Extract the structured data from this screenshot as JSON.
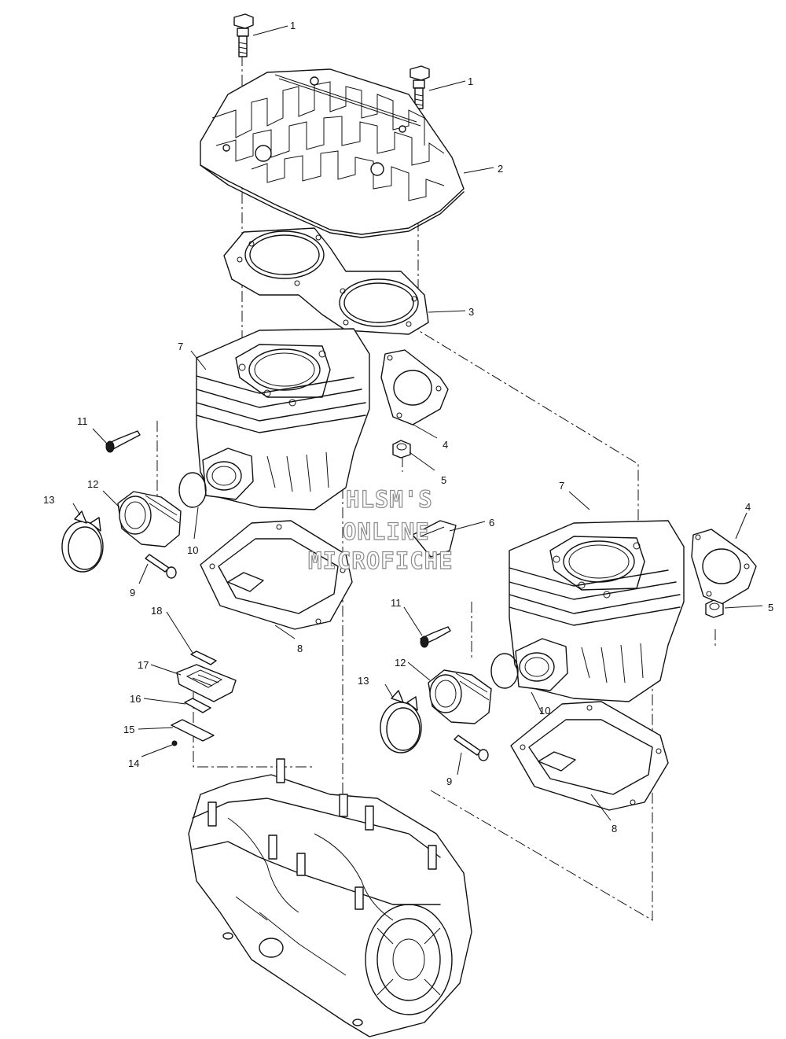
{
  "watermark": {
    "line1": "HLSM'S",
    "line2": "ONLINE",
    "line3": "MICROFICHE"
  },
  "callouts": [
    {
      "id": "c1a",
      "label": "1"
    },
    {
      "id": "c1b",
      "label": "1"
    },
    {
      "id": "c2",
      "label": "2"
    },
    {
      "id": "c3",
      "label": "3"
    },
    {
      "id": "c7a",
      "label": "7"
    },
    {
      "id": "c4a",
      "label": "4"
    },
    {
      "id": "c11a",
      "label": "11"
    },
    {
      "id": "c5a",
      "label": "5"
    },
    {
      "id": "c12a",
      "label": "12"
    },
    {
      "id": "c13a",
      "label": "13"
    },
    {
      "id": "c10a",
      "label": "10"
    },
    {
      "id": "c6",
      "label": "6"
    },
    {
      "id": "c9a",
      "label": "9"
    },
    {
      "id": "c8a",
      "label": "8"
    },
    {
      "id": "c7b",
      "label": "7"
    },
    {
      "id": "c4b",
      "label": "4"
    },
    {
      "id": "c5b",
      "label": "5"
    },
    {
      "id": "c11b",
      "label": "11"
    },
    {
      "id": "c12b",
      "label": "12"
    },
    {
      "id": "c13b",
      "label": "13"
    },
    {
      "id": "c10b",
      "label": "10"
    },
    {
      "id": "c9b",
      "label": "9"
    },
    {
      "id": "c8b",
      "label": "8"
    },
    {
      "id": "c18",
      "label": "18"
    },
    {
      "id": "c17",
      "label": "17"
    },
    {
      "id": "c16",
      "label": "16"
    },
    {
      "id": "c15",
      "label": "15"
    },
    {
      "id": "c14",
      "label": "14"
    }
  ]
}
